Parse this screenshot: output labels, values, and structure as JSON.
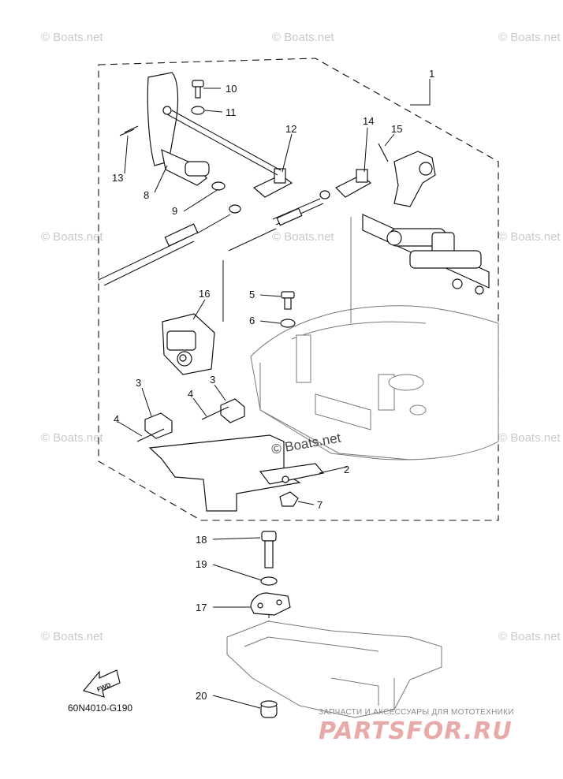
{
  "watermark": "© Boats.net",
  "center_watermark": "© Boats.net",
  "diagram_code": "60N4010-G190",
  "fwd_label": "FWD",
  "shop": {
    "tagline": "ЗАПЧАСТИ И АКСЕССУАРЫ ДЛЯ МОТОТЕХНИКИ",
    "brand": "PARTSFOR.RU"
  },
  "callouts": {
    "c1": "1",
    "c2": "2",
    "c3a": "3",
    "c3b": "3",
    "c4a": "4",
    "c4b": "4",
    "c5": "5",
    "c6": "6",
    "c7": "7",
    "c8": "8",
    "c9": "9",
    "c10": "10",
    "c11": "11",
    "c12": "12",
    "c13": "13",
    "c14": "14",
    "c15": "15",
    "c16": "16",
    "c17": "17",
    "c18": "18",
    "c19": "19",
    "c20": "20"
  }
}
